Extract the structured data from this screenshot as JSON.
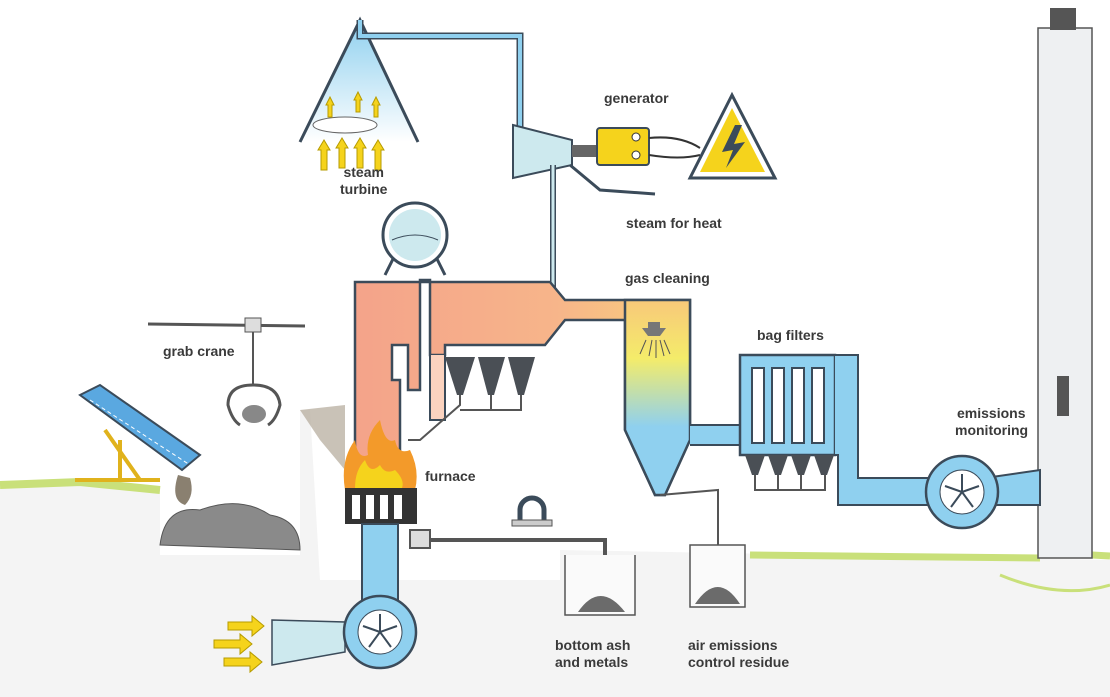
{
  "labels": {
    "generator": "generator",
    "steam_turbine": [
      "steam",
      "turbine"
    ],
    "steam_for_heat": "steam for heat",
    "gas_cleaning": "gas cleaning",
    "bag_filters": "bag filters",
    "grab_crane": "grab crane",
    "furnace": "furnace",
    "emissions_monitoring": [
      "emissions",
      "monitoring"
    ],
    "bottom_ash": [
      "bottom ash",
      "and metals"
    ],
    "air_emissions_residue": [
      "air emissions",
      "control residue"
    ]
  },
  "colors": {
    "water_blue": "#8fd0ef",
    "pipe_outline": "#3b4b5a",
    "boiler_hot": "#f4a38a",
    "boiler_warm": "#f8c87a",
    "gas_yellow": "#f4ec6a",
    "generator_yellow": "#f5d31c",
    "ground_green": "#c9e07a",
    "hopper_dark": "#4a4f55"
  }
}
